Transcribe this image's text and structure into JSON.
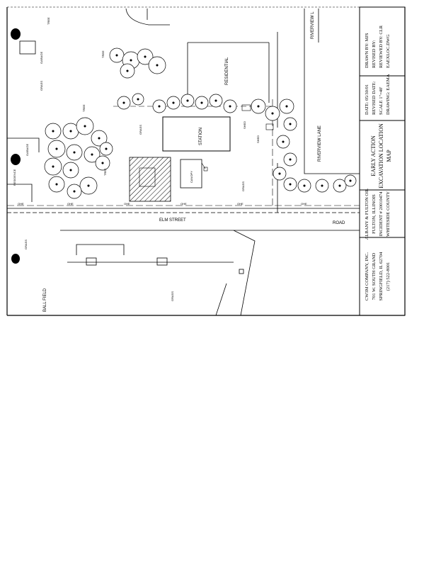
{
  "map": {
    "labels": {
      "station": "STATION",
      "canopy": "CANOPY",
      "residential": "RESIDENTIAL",
      "riverview_lane_right": "RIVERVIEW LANE",
      "riverview_lane_top": "RIVERVIEW L",
      "garage_left": "GARAGE",
      "garage_top": "GARAGE",
      "residence": "RESIDENCE",
      "shed": "SHED",
      "shed2": "SHED",
      "street": "ELM STREET",
      "street_right": "ROAD",
      "ball_field": "BALL FIELD",
      "ohe": "OHE",
      "tree": "TREE",
      "grass": "GRASS"
    }
  },
  "title_block": {
    "company_name": "CW3M COMPANY, INC.",
    "company_address1": "701 W. SOUTH GRAND",
    "company_address2": "SPRINGFIELD, IL 62704",
    "company_phone": "(217) 522-8001",
    "client_name": "ALBANY & FULTON OIL",
    "client_city": "FULTON, ILLINOIS",
    "incident": "INCIDENT # 20010474",
    "county": "WHITESIDE COUNTY",
    "drawing_title1": "EARLY ACTION",
    "drawing_title2": "EXCAVATION LOCATION",
    "drawing_title3": "MAP",
    "date": "DATE: 05/30/01",
    "revised_date": "REVISED DATE:",
    "scale": "SCALE 1\"=40'",
    "drawing_name": "DRAWING: EAEMA",
    "drawn_by": "DRAWN BY: MJS",
    "revised_by": "REVISED BY:",
    "reviewed_by": "REVIEWED BY: CLR",
    "file_name": "EAEXLOC.DWG"
  }
}
